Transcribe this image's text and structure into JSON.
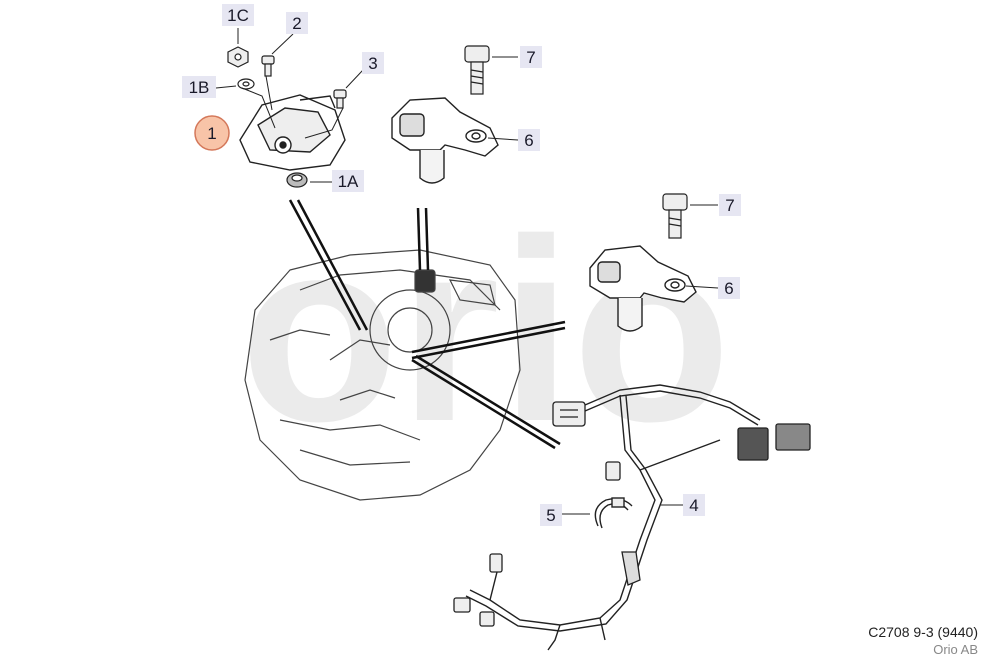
{
  "callouts": {
    "c1": "1",
    "c1A": "1A",
    "c1B": "1B",
    "c1C": "1C",
    "c2": "2",
    "c3": "3",
    "c4": "4",
    "c5": "5",
    "c6_top": "6",
    "c6_mid": "6",
    "c7_top": "7",
    "c7_mid": "7"
  },
  "caption": {
    "code": "C2708 9-3 (9440)",
    "company": "Orio AB"
  },
  "watermark_text": "orio",
  "colors": {
    "highlight_fill": "#f8c4a8",
    "highlight_stroke": "#d4785a",
    "callout_bg": "#e6e6f2",
    "line": "#222222"
  }
}
